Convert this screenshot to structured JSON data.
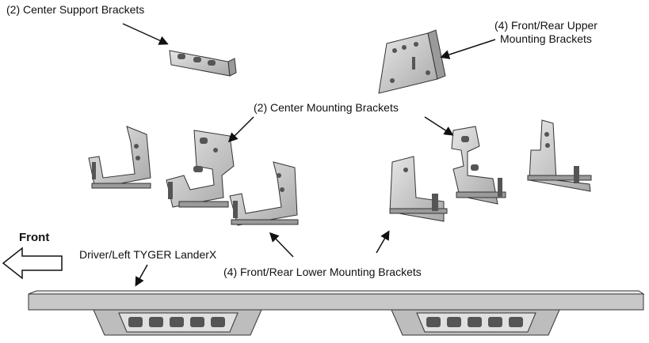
{
  "labels": {
    "center_support": "(2) Center Support Brackets",
    "upper_line1": "(4) Front/Rear Upper",
    "upper_line2": "Mounting Brackets",
    "center_mounting": "(2) Center Mounting Brackets",
    "front": "Front",
    "driver_board": "Driver/Left TYGER LanderX",
    "lower": "(4) Front/Rear Lower Mounting Brackets"
  },
  "colors": {
    "bracket_fill": "#d4d4d4",
    "bracket_shadow": "#9a9a9a",
    "outline": "#333333",
    "board_fill": "#c8c8c8"
  }
}
